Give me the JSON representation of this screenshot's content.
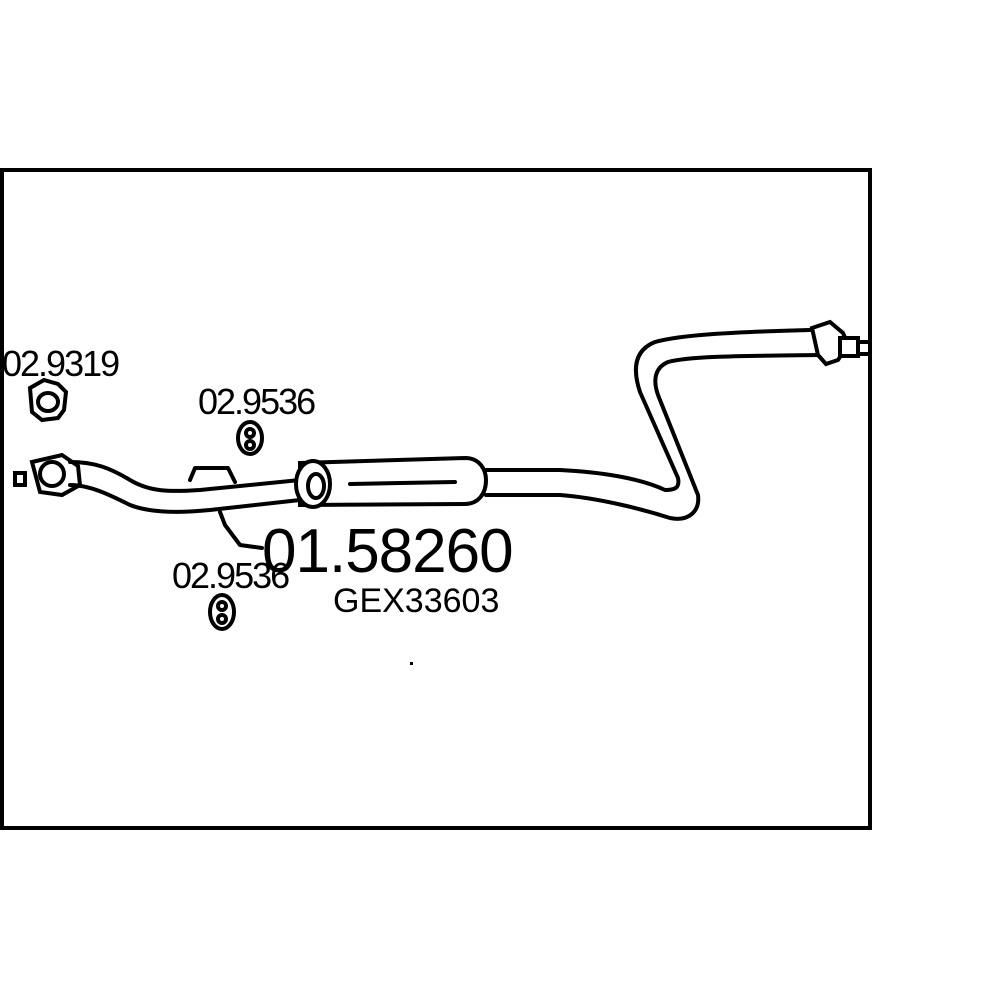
{
  "diagram": {
    "part_number": "01.58260",
    "reference": "GEX33603",
    "parts": [
      {
        "code": "02.9319",
        "icon": "gasket-icon"
      },
      {
        "code": "02.9536",
        "icon": "rubber-hanger-icon"
      },
      {
        "code": "02.9536",
        "icon": "rubber-hanger-icon"
      }
    ]
  }
}
